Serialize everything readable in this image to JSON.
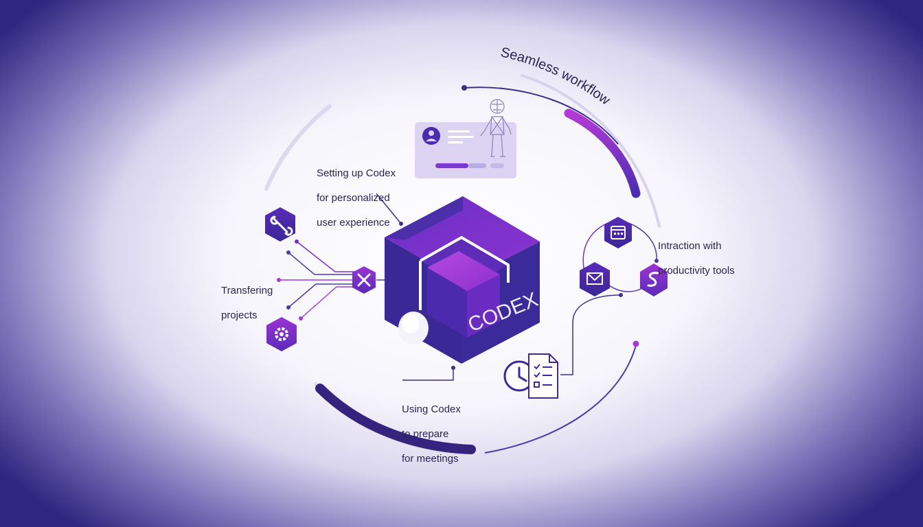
{
  "colors": {
    "deep_purple": "#3b2a9a",
    "violet": "#7a2fc8",
    "magenta": "#a43ad6",
    "line": "#4b3aa8",
    "ring": "#dcd8ee",
    "text": "#2a2452"
  },
  "cube": {
    "label": "CODEX"
  },
  "arc_title": "Seamless workflow",
  "labels": {
    "setup": [
      "Setting up Codex",
      "for personalized",
      "user experience"
    ],
    "transfer": [
      "Transfering",
      "projects"
    ],
    "interaction": [
      "Intraction with",
      "productivity tools"
    ],
    "meetings": [
      "Using Codex",
      "to prepare",
      "for meetings"
    ]
  },
  "icons": {
    "left": [
      "wrench-icon",
      "tools-icon",
      "gear-icon"
    ],
    "right": [
      "calendar-icon",
      "mail-icon",
      "slack-icon"
    ],
    "bottom": [
      "clock-icon",
      "checklist-icon"
    ],
    "top": [
      "user-profile-icon",
      "wireframe-figure-icon"
    ]
  }
}
